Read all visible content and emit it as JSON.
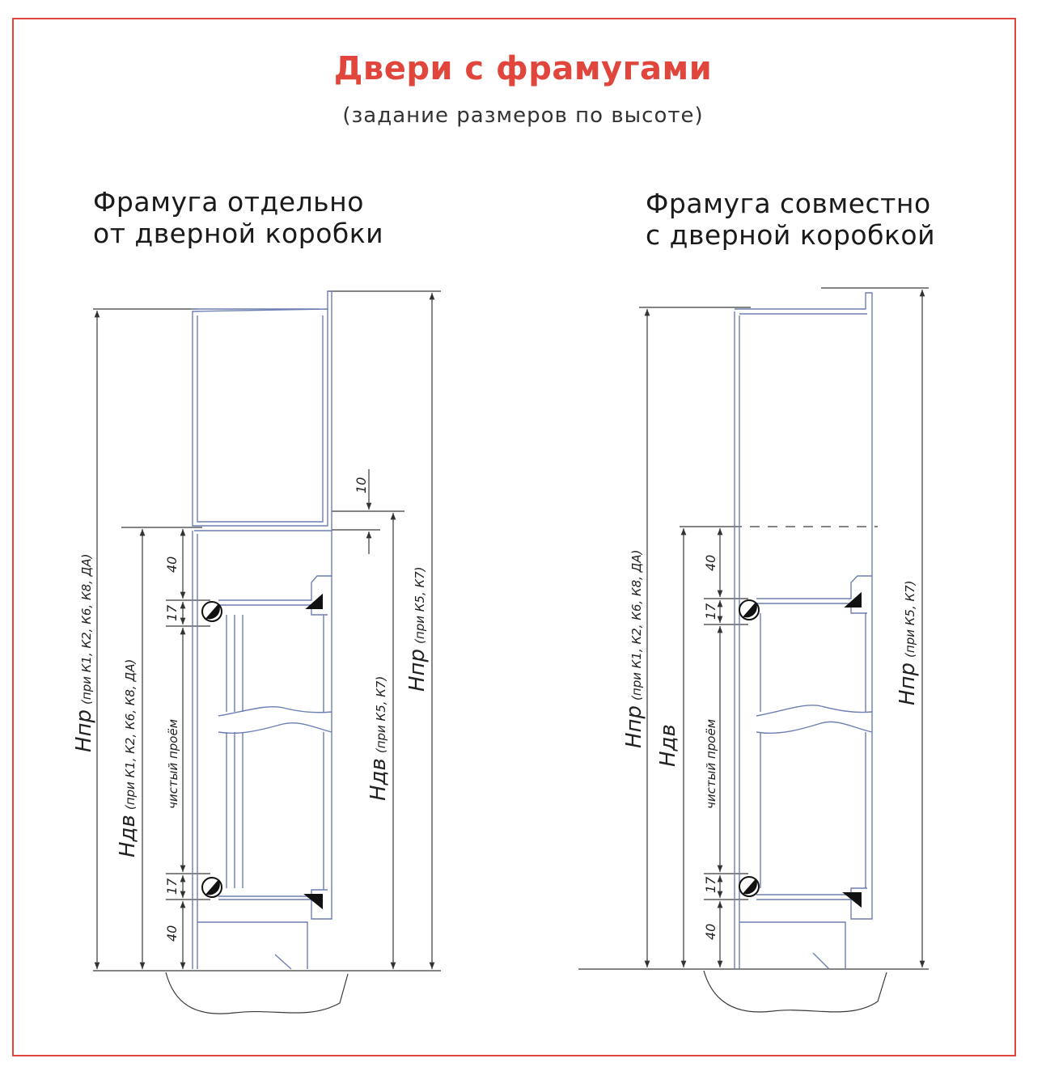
{
  "header": {
    "title": "Двери с фрамугами",
    "subtitle": "(задание размеров по высоте)"
  },
  "left": {
    "heading_line1": "Фрамуга отдельно",
    "heading_line2": "от дверной коробки",
    "npr_main": "Hпр",
    "npr_note": "(при К1, К2, К6, К8, ДА)",
    "hdv_main": "Hдв",
    "hdv_note": "(при К1, К2, К6, К8, ДА)",
    "clear_opening": "чистый проём",
    "hdv2_main": "Hдв",
    "hdv2_note": "(при К5, К7)",
    "npr2_main": "Hпр",
    "npr2_note": "(при К5, К7)",
    "dim_40_top": "40",
    "dim_17_top": "17",
    "dim_17_bottom": "17",
    "dim_40_bottom": "40",
    "dim_10": "10"
  },
  "right": {
    "heading_line1": "Фрамуга совместно",
    "heading_line2": "с дверной коробкой",
    "npr_main": "Hпр",
    "npr_note": "(при К1, К2, К6, К8, ДА)",
    "hdv_main": "Hдв",
    "clear_opening": "чистый проём",
    "npr2_main": "Hпр",
    "npr2_note": "(при К5, К7)",
    "dim_40_top": "40",
    "dim_17_top": "17",
    "dim_17_bottom": "17",
    "dim_40_bottom": "40"
  },
  "colors": {
    "accent": "#e0463c",
    "line": "#3a3a3a",
    "profile": "#6d7fb3"
  }
}
